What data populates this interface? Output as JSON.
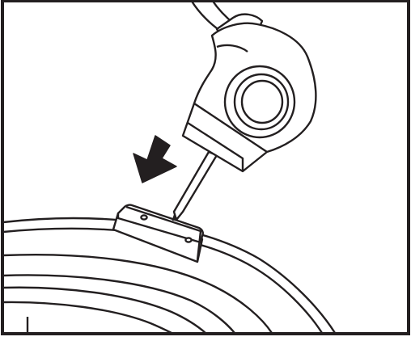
{
  "illustration": {
    "colors": {
      "stroke": "#231f20",
      "fill": "#ffffff",
      "arrow": "#231f20",
      "frame": "#231f20"
    },
    "parts": {
      "probe": "temperature-probe-with-cable",
      "lid_valve": "valve-socket-with-two-holes",
      "appliance_lid": "curved-lid-body",
      "arrow": "insert-direction-arrow"
    }
  }
}
